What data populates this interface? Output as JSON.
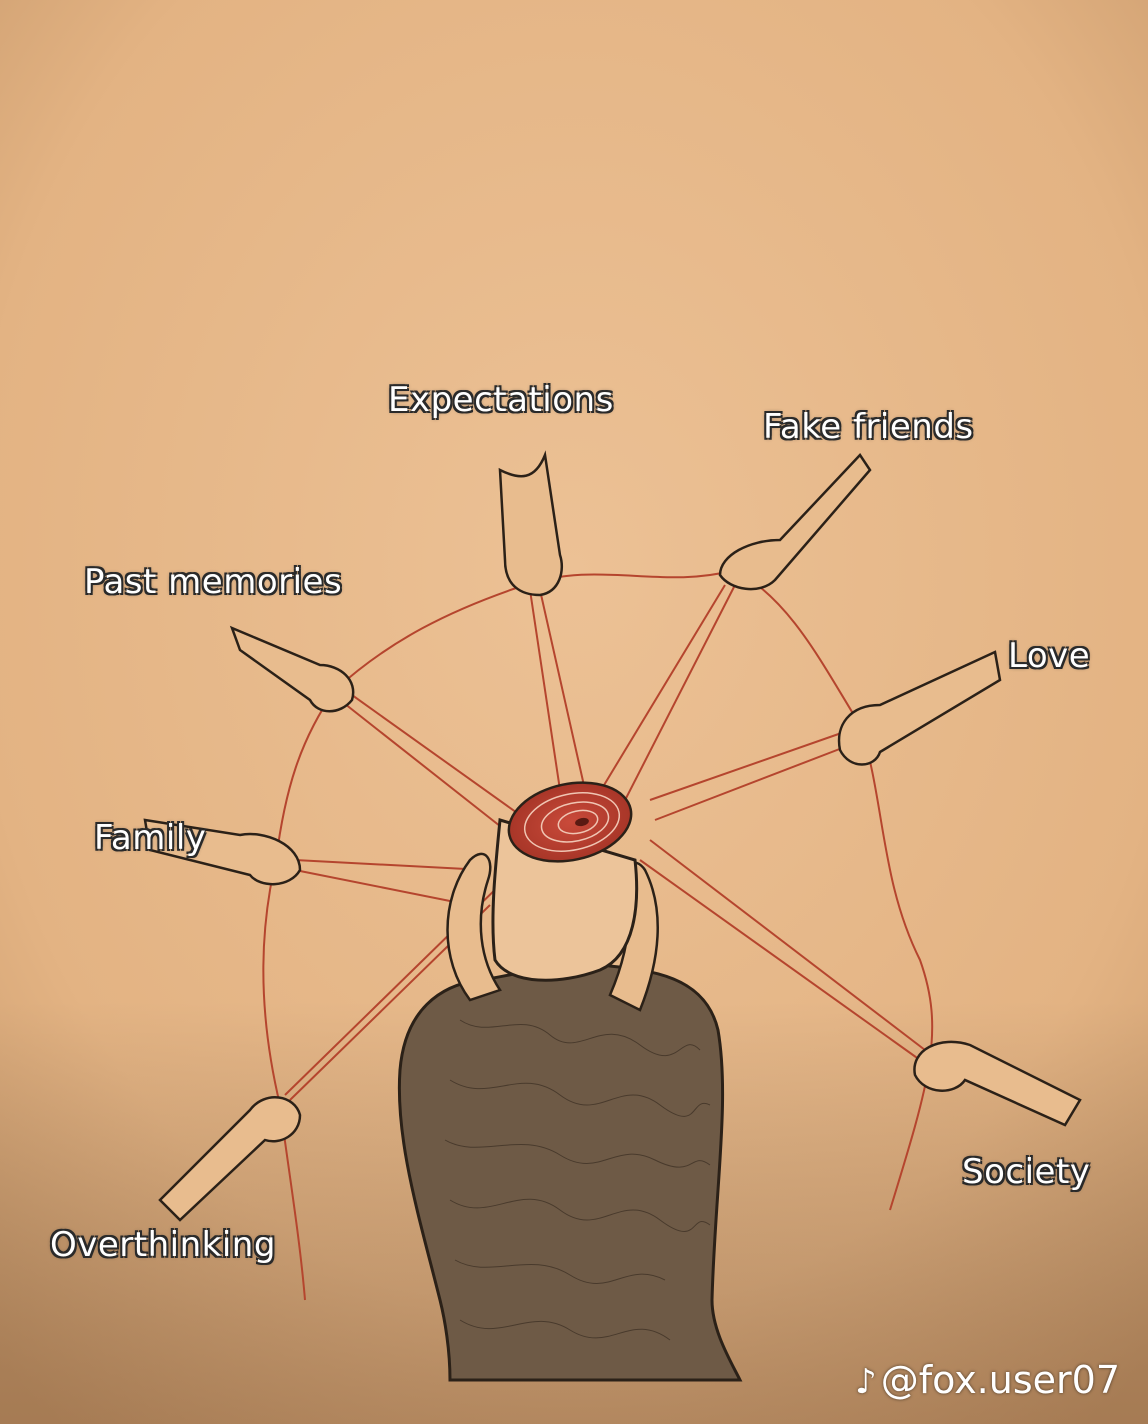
{
  "labels": {
    "expectations": "Expectations",
    "fake_friends": "Fake friends",
    "past_memories": "Past memories",
    "love": "Love",
    "family": "Family",
    "society": "Society",
    "overthinking": "Overthinking"
  },
  "watermark": {
    "icon": "tiktok-icon",
    "handle": "@fox.user07"
  },
  "colors": {
    "paper": "#e6b888",
    "string": "#b5452e",
    "ink": "#2b2118",
    "label_text": "#ffffff",
    "label_outline": "#2a2a2a"
  }
}
